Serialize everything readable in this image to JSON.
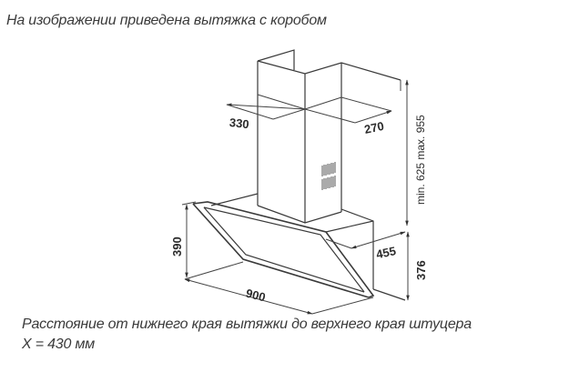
{
  "header": {
    "caption": "На изображении приведена вытяжка с коробом"
  },
  "diagram": {
    "subject": "chimney-range-hood-with-duct-cover",
    "dimensions": {
      "duct_depth": "330",
      "duct_width": "270",
      "height_range": "min. 625  max. 955",
      "hood_front_height": "390",
      "hood_width": "900",
      "hood_depth": "455",
      "hood_body_height": "376"
    },
    "icons": {
      "vent_grille": "vent-grille-icon"
    },
    "line_color": "#3a3a3a",
    "background": "#ffffff"
  },
  "footer": {
    "line1": "Расстояние от нижнего края вытяжки до верхнего края штуцера",
    "line2": "X = 430 мм"
  }
}
